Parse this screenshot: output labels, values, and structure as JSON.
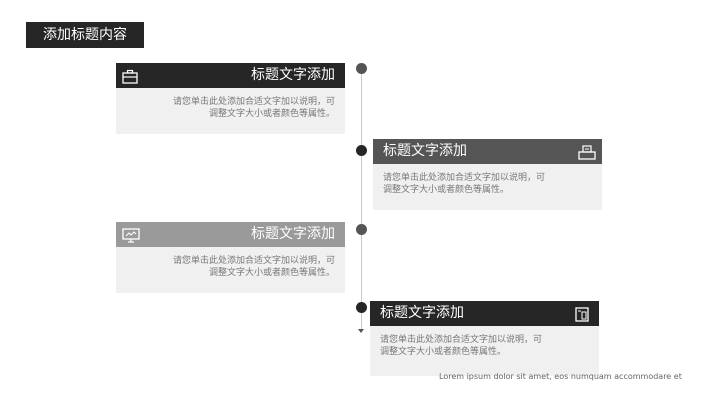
{
  "page_title": "添加标题内容",
  "colors": {
    "dark": "#262626",
    "mid": "#555555",
    "light": "#9a9a9a",
    "body_bg": "#f0f0f0"
  },
  "items": [
    {
      "title": "标题文字添加",
      "desc_line1": "请您单击此处添加合适文字加以说明，可",
      "desc_line2": "调整文字大小或者颜色等属性。",
      "icon": "briefcase-icon",
      "side": "left"
    },
    {
      "title": "标题文字添加",
      "desc_line1": "请您单击此处添加合适文字加以说明，可",
      "desc_line2": "调整文字大小或者颜色等属性。",
      "icon": "printer-icon",
      "side": "right"
    },
    {
      "title": "标题文字添加",
      "desc_line1": "请您单击此处添加合适文字加以说明，可",
      "desc_line2": "调整文字大小或者颜色等属性。",
      "icon": "presentation-icon",
      "side": "left"
    },
    {
      "title": "标题文字添加",
      "desc_line1": "请您单击此处添加合适文字加以说明，可",
      "desc_line2": "调整文字大小或者颜色等属性。",
      "icon": "device-icon",
      "side": "right"
    }
  ],
  "footer_text": "Lorem ipsum dolor sit amet, eos numquam accommodare et"
}
